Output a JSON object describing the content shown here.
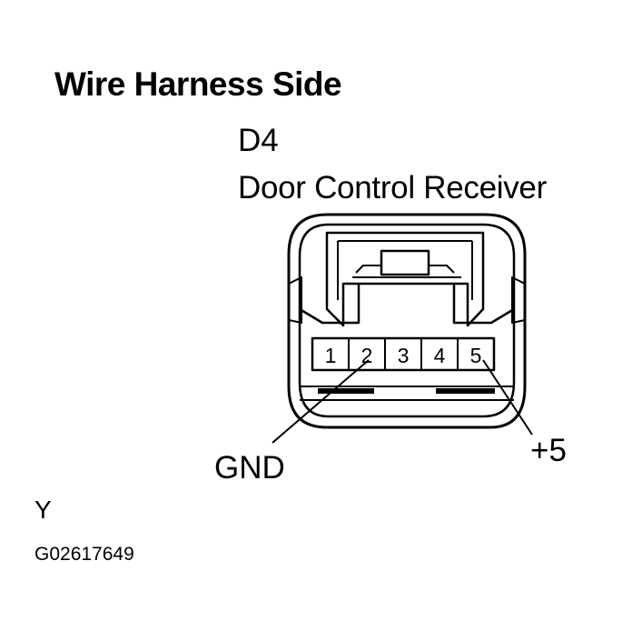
{
  "title": "Wire Harness Side",
  "connector": {
    "code": "D4",
    "name": "Door Control Receiver",
    "pins": [
      "1",
      "2",
      "3",
      "4",
      "5"
    ]
  },
  "callouts": {
    "gnd": "GND",
    "plus5": "+5"
  },
  "footer": {
    "marker": "Y",
    "figure_id": "G02617649"
  }
}
